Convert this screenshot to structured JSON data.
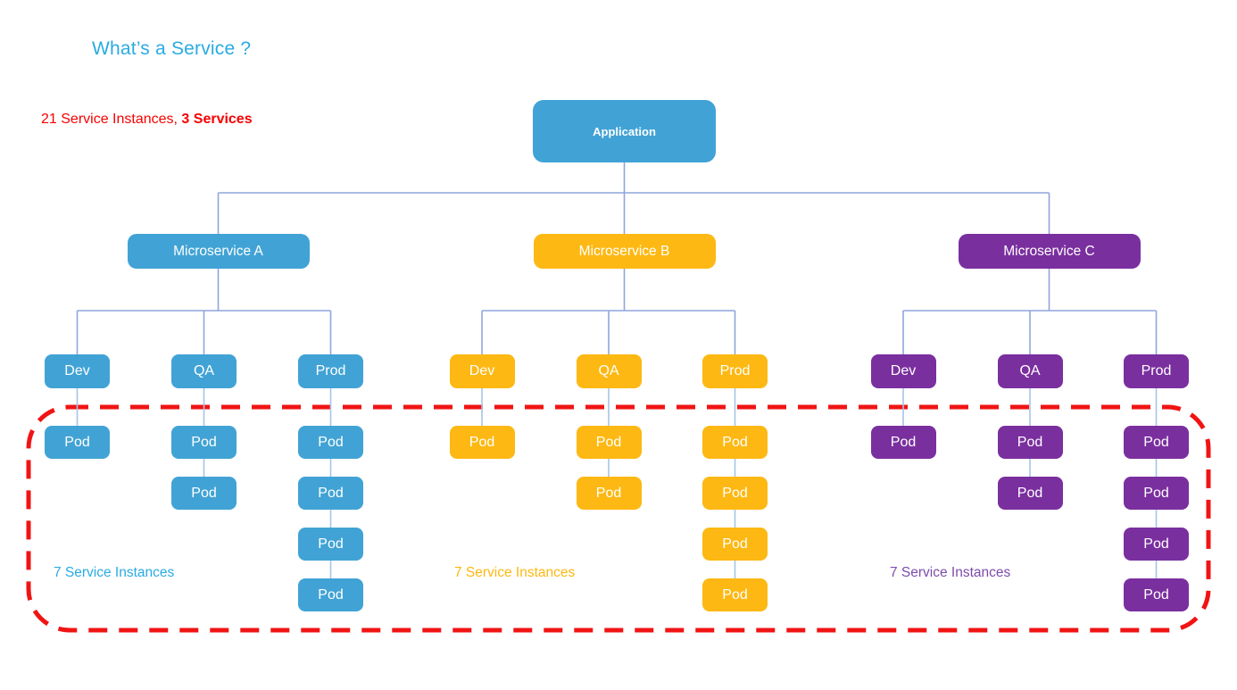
{
  "title": "What’s a Service ?",
  "summary": {
    "regular": "21 Service Instances, ",
    "bold": "3 Services"
  },
  "root": {
    "label": "Application"
  },
  "groups": [
    {
      "id": "microservice-a",
      "label": "Microservice A",
      "color": "#41A3D5",
      "footer": "7 Service Instances",
      "footer_color": "#29ABE2",
      "envs": [
        {
          "label": "Dev",
          "pods": [
            "Pod"
          ]
        },
        {
          "label": "QA",
          "pods": [
            "Pod",
            "Pod"
          ]
        },
        {
          "label": "Prod",
          "pods": [
            "Pod",
            "Pod",
            "Pod",
            "Pod"
          ]
        }
      ]
    },
    {
      "id": "microservice-b",
      "label": "Microservice B",
      "color": "#FDB813",
      "footer": "7 Service Instances",
      "footer_color": "#FDB813",
      "envs": [
        {
          "label": "Dev",
          "pods": [
            "Pod"
          ]
        },
        {
          "label": "QA",
          "pods": [
            "Pod",
            "Pod"
          ]
        },
        {
          "label": "Prod",
          "pods": [
            "Pod",
            "Pod",
            "Pod",
            "Pod"
          ]
        }
      ]
    },
    {
      "id": "microservice-c",
      "label": "Microservice C",
      "color": "#7A2F9F",
      "footer": "7 Service Instances",
      "footer_color": "#7C4CAB",
      "envs": [
        {
          "label": "Dev",
          "pods": [
            "Pod"
          ]
        },
        {
          "label": "QA",
          "pods": [
            "Pod",
            "Pod"
          ]
        },
        {
          "label": "Prod",
          "pods": [
            "Pod",
            "Pod",
            "Pod",
            "Pod"
          ]
        }
      ]
    }
  ],
  "colors": {
    "title": "#29ABE2",
    "summary_red": "#F70000",
    "enclosure_red": "#F01414",
    "root_box": "#41A3D5",
    "box_text": "#FFFFFF",
    "tree_line": "#8FA6DC",
    "pod_line": "#A6C4E8"
  }
}
